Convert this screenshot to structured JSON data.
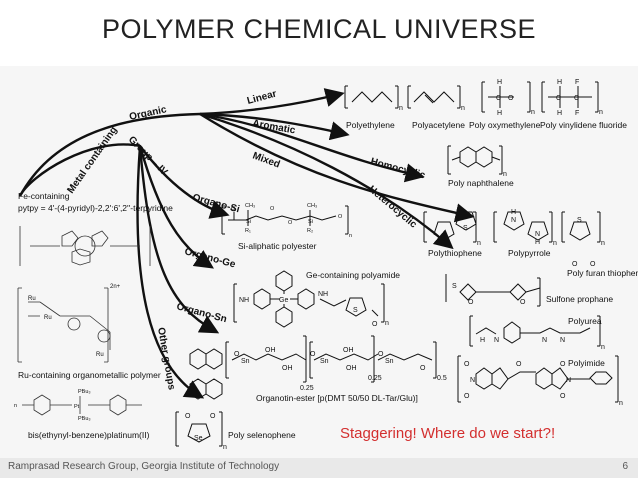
{
  "slide": {
    "title": "POLYMER CHEMICAL UNIVERSE",
    "footer_text": "Ramprasad Research Group, Georgia Institute of Technology",
    "page_number": "6"
  },
  "branches": {
    "organic": "Organic",
    "linear": "Linear",
    "aromatic": "Aromatic",
    "mixed": "Mixed",
    "homocyclic": "Homocyclic",
    "heterocyclic": "Heterocyclic",
    "metal_containing": "Metal containing",
    "group_iv": "Group – IV",
    "organo_si": "Organo-Si",
    "organo_ge": "Organo-Ge",
    "organo_sn": "Organo-Sn",
    "other_groups": "Other groups"
  },
  "polymers": {
    "polyethylene": "Polyethylene",
    "polyacetylene": "Polyacetylene",
    "poly_oxymethylene": "Poly oxymethylene",
    "poly_vinylidene_fluoride": "Poly vinylidene fluoride",
    "poly_naphthalene": "Poly naphthalene",
    "polythiophene": "Polythiophene",
    "polypyrrole": "Polypyrrole",
    "poly_furan_thiophene": "Poly furan thiophene",
    "sulfone_prophane": "Sulfone prophane",
    "polyurea": "Polyurea",
    "polyimide": "Polyimide",
    "si_aliphatic_polyester": "Si-aliphatic polyester",
    "ge_polyamide": "Ge-containing polyamide",
    "organotin_ester": "Organotin-ester  [p(DMT 50/50 DL-Tar/Glu)]",
    "poly_selenophene": "Poly selenophene",
    "fe_label_1": "Fe-containing",
    "fe_label_2": "pytpy = 4'-(4-pyridyl)-2,2':6',2''-terpyridine",
    "ru_label": "Ru-containing organometallic polymer",
    "pt_label": "bis(ethynyl-benzene)platinum(II)"
  },
  "annotations": {
    "callout": "Staggering!  Where do we start?!",
    "sub_025a": "0.25",
    "sub_025b": "0.25",
    "sub_05": "0.5"
  },
  "colors": {
    "title_text": "#222222",
    "callout_text": "#d32f2f",
    "arrow": "#111111"
  }
}
